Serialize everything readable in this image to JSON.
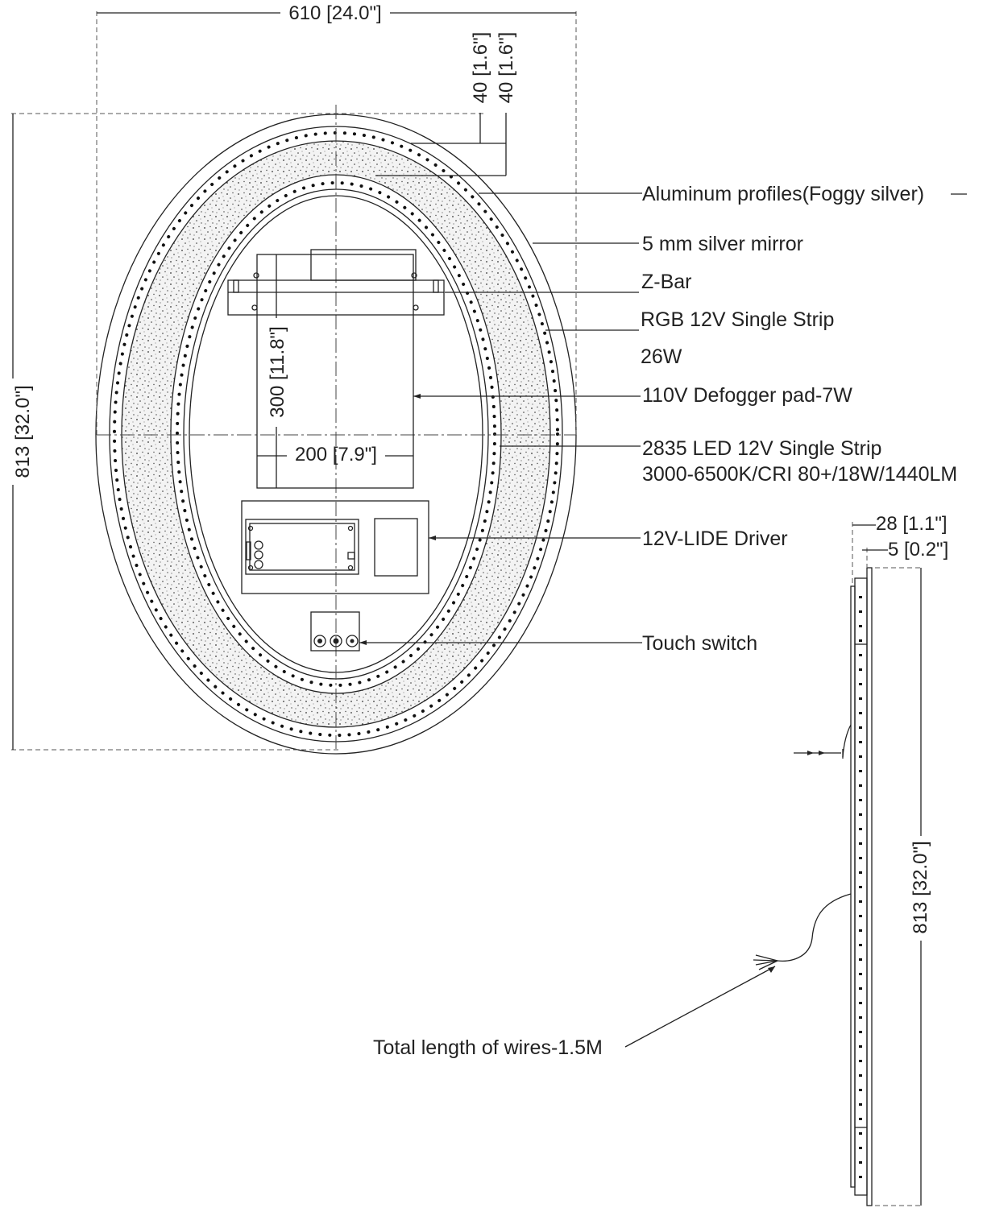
{
  "dimensions": {
    "width": "610 [24.0\"]",
    "height": "813 [32.0\"]",
    "margin_outer": "40 [1.6\"]",
    "margin_inner": "40 [1.6\"]",
    "pad_height": "300 [11.8\"]",
    "pad_width": "200 [7.9\"]",
    "side_depth": "28 [1.1\"]",
    "side_glass": "5 [0.2\"]",
    "side_height": "813 [32.0\"]"
  },
  "callouts": {
    "aluminum": "Aluminum profiles(Foggy silver)",
    "mirror": "5 mm silver mirror",
    "zbar": "Z-Bar",
    "rgb_line1": "RGB  12V  Single Strip",
    "rgb_line2": "26W",
    "defogger": "110V Defogger pad-7W",
    "led_line1": "2835 LED 12V Single Strip",
    "led_line2": "3000-6500K/CRI 80+/18W/1440LM",
    "driver": "12V-LIDE Driver",
    "touch": "Touch switch",
    "wires": "Total length of wires-1.5M"
  },
  "colors": {
    "line": "#222222",
    "background": "#ffffff"
  }
}
